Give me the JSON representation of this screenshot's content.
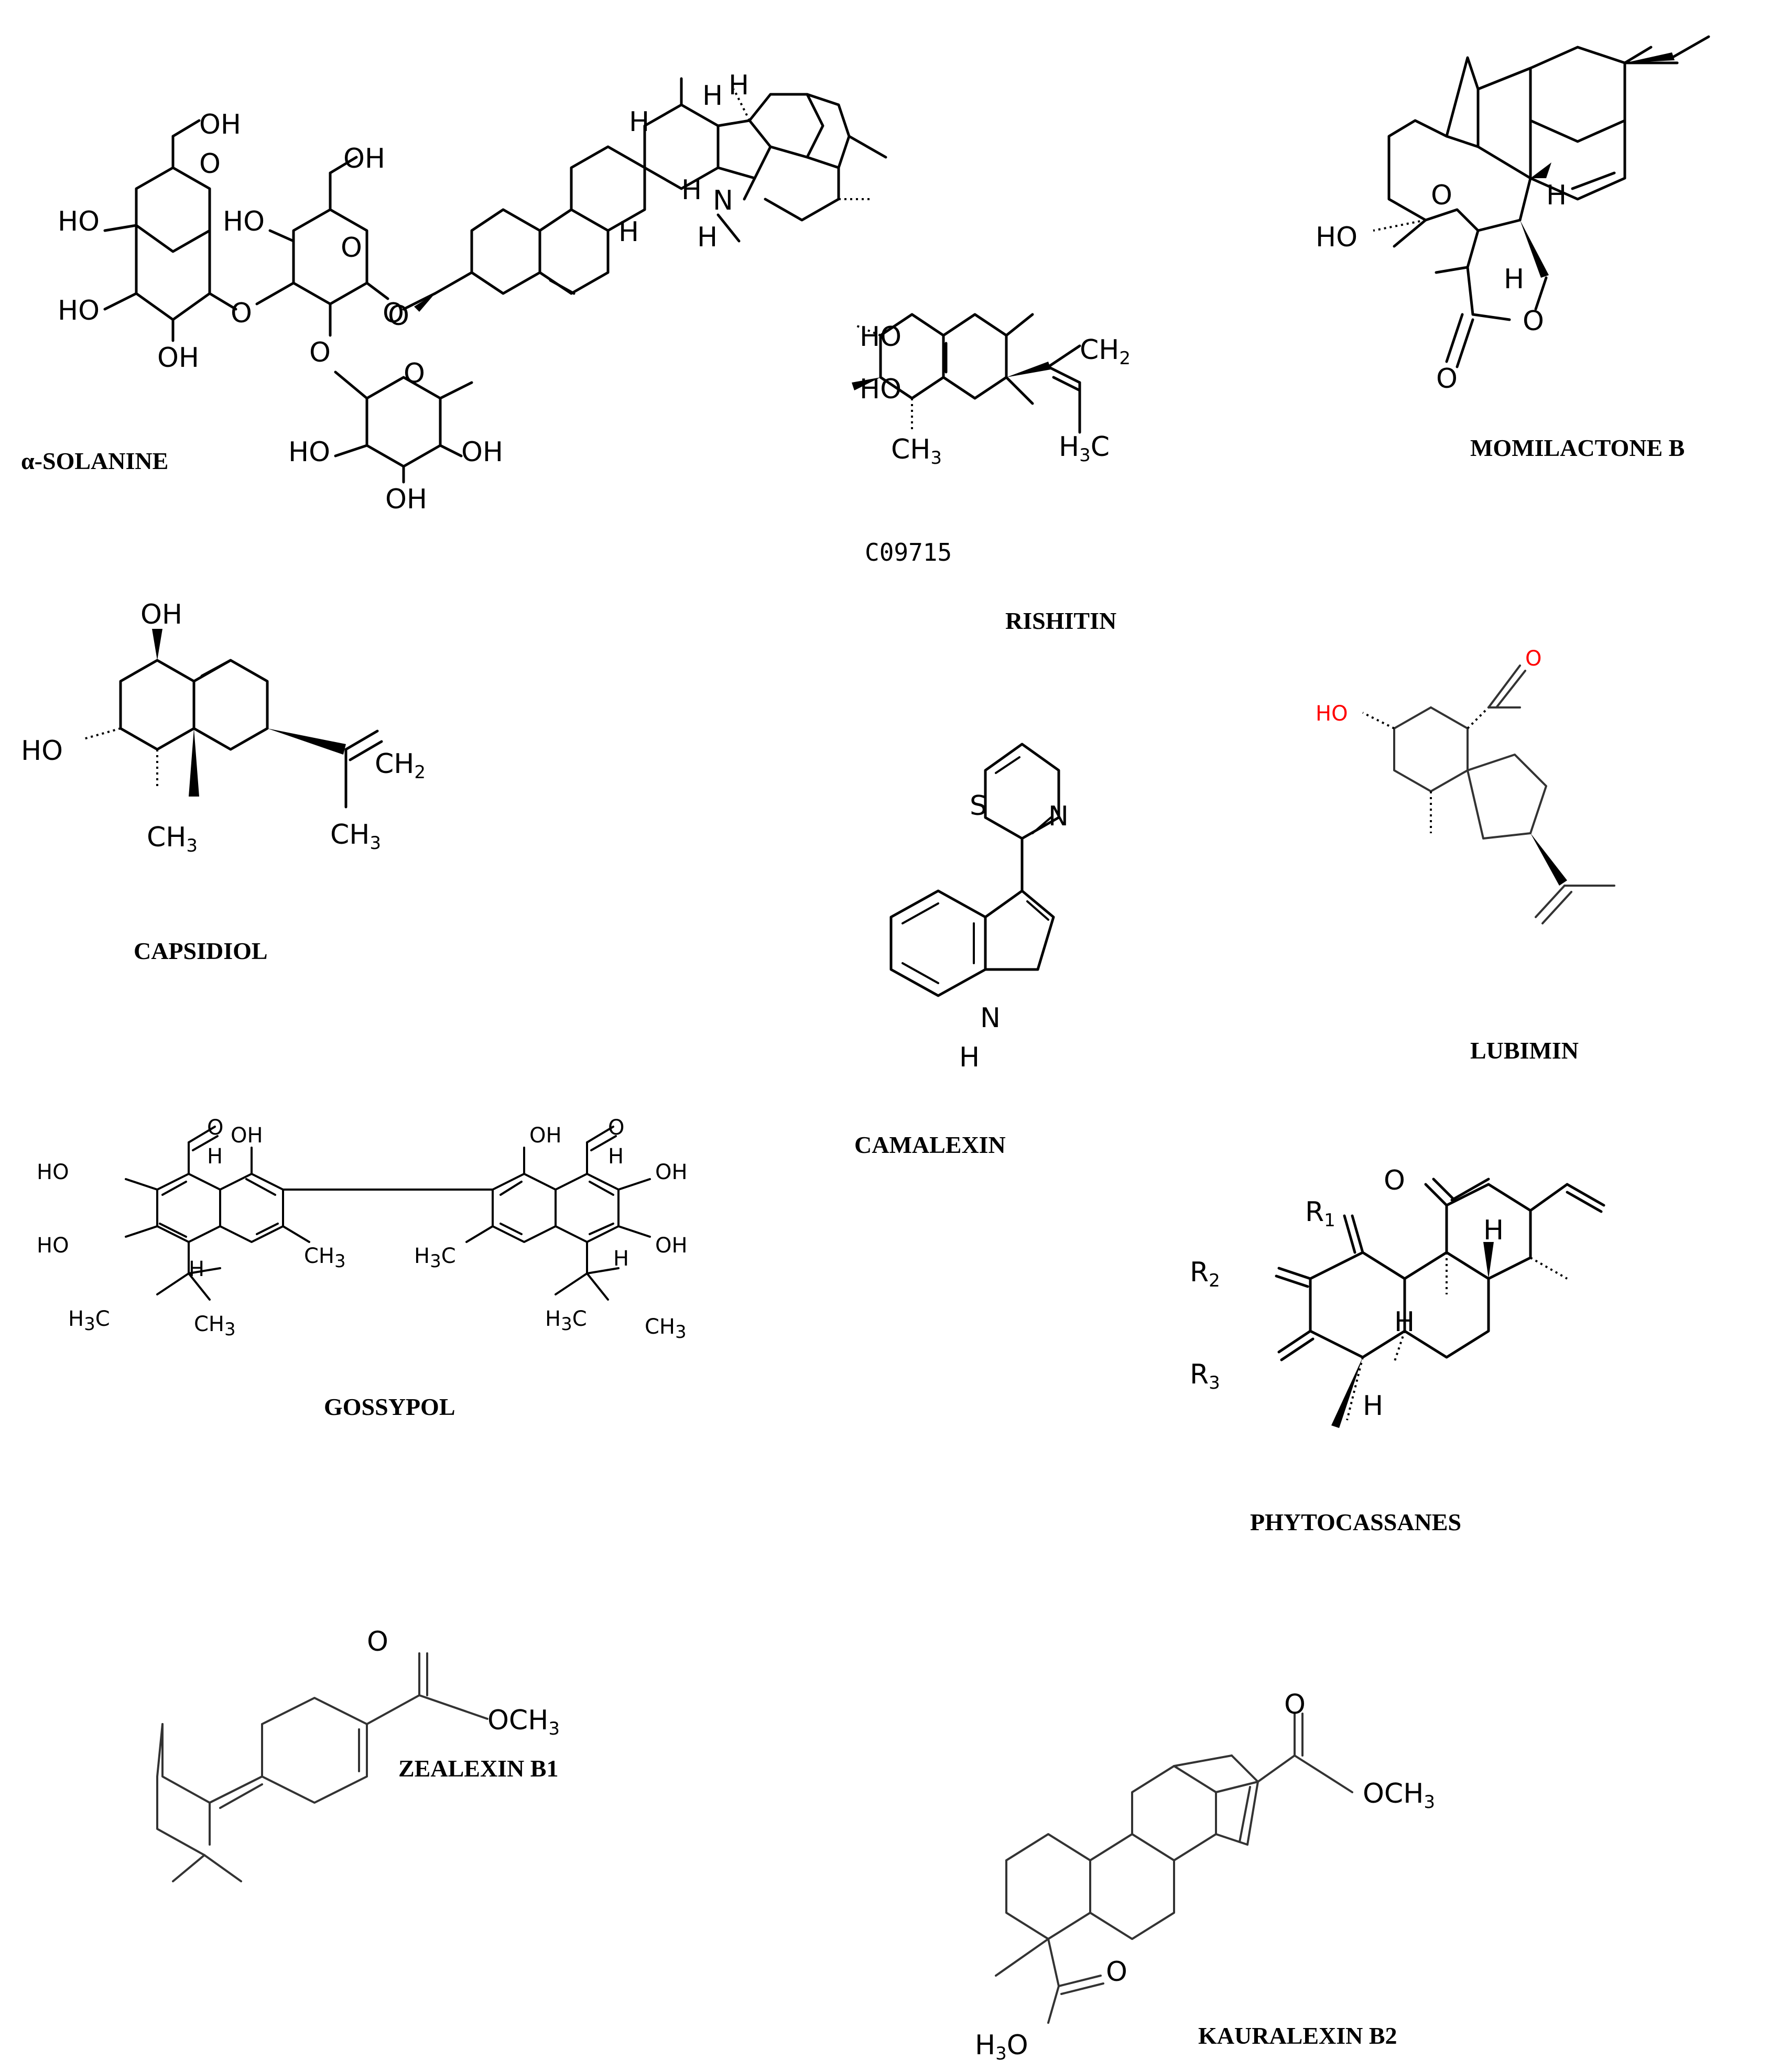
{
  "compounds": [
    {
      "name": "α-SOLANINE"
    },
    {
      "name": "RISHITIN",
      "code": "C09715"
    },
    {
      "name": "MOMILACTONE B"
    },
    {
      "name": "CAPSIDIOL"
    },
    {
      "name": "CAMALEXIN"
    },
    {
      "name": "LUBIMIN"
    },
    {
      "name": "GOSSYPOL"
    },
    {
      "name": "PHYTOCASSANES"
    },
    {
      "name": "ZEALEXIN B1"
    },
    {
      "name": "KAURALEXIN B2"
    }
  ],
  "atoms": {
    "OH": "OH",
    "HO": "HO",
    "O": "O",
    "N": "N",
    "S": "S",
    "H": "H",
    "CH2": "CH",
    "CH3": "CH",
    "H3C": "H",
    "OCH3": "OCH",
    "R1": "R",
    "R2": "R",
    "R3": "R",
    "sub1": "1",
    "sub2": "2",
    "sub3": "3",
    "C": "C"
  },
  "colors": {
    "lubimin_heteroatom": "#ff0000"
  }
}
